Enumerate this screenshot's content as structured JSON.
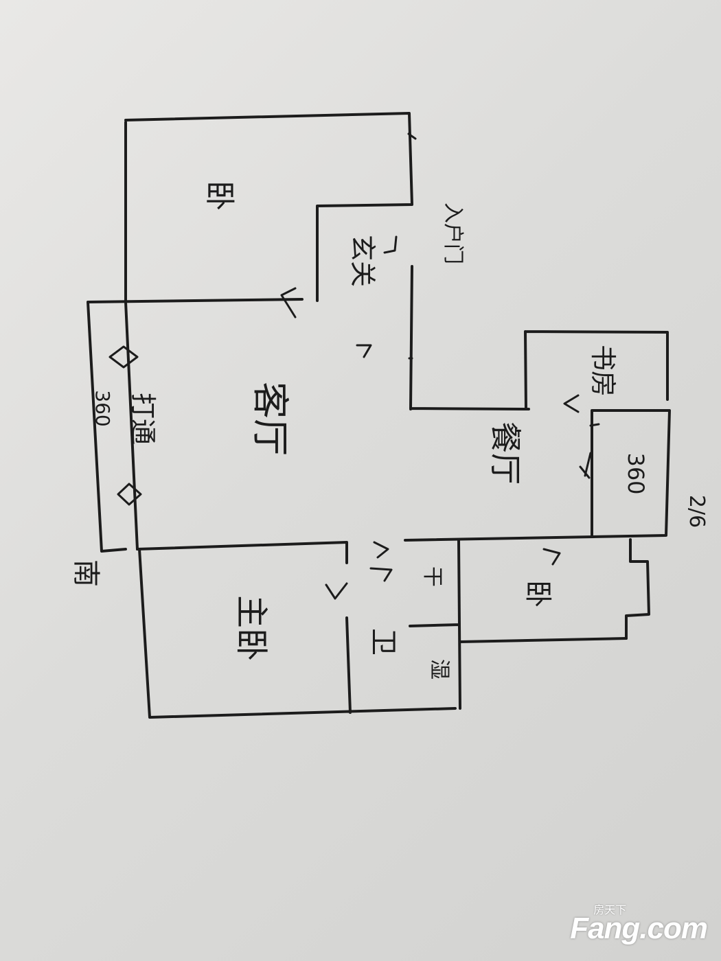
{
  "rooms": {
    "bedroom_top": "卧",
    "foyer": "玄关",
    "living": "客厅",
    "dining": "餐厅",
    "study": "书房",
    "bedroom_right": "卧",
    "master": "主卧",
    "bath": "卫",
    "dry_area": "干",
    "wash_room": "湿"
  },
  "notes": {
    "entry": "入户门",
    "open_wall": "打通",
    "wall_note_left": "360",
    "wall_note_right": "360",
    "south": "南",
    "ratio": "2/6"
  },
  "watermark": {
    "brand": "Fang.com",
    "cn": "房天下"
  }
}
